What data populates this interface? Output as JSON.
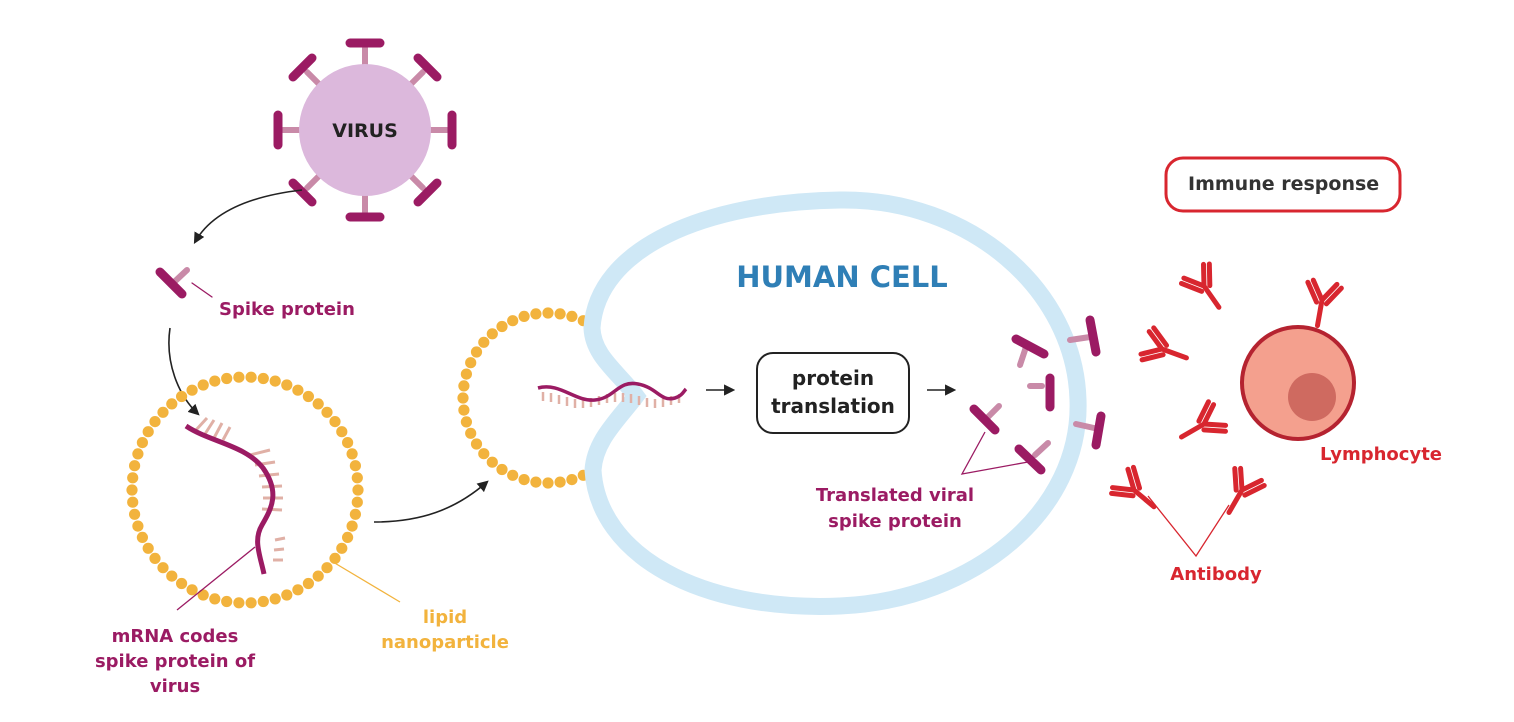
{
  "labels": {
    "virus": "VIRUS",
    "spike_protein": "Spike protein",
    "mrna_line1": "mRNA codes",
    "mrna_line2": "spike protein of",
    "mrna_line3": "virus",
    "lipid_line1": "lipid",
    "lipid_line2": "nanoparticle",
    "human_cell": "HUMAN CELL",
    "translation_line1": "protein",
    "translation_line2": "translation",
    "translated_line1": "Translated viral",
    "translated_line2": "spike protein",
    "immune_response": "Immune response",
    "lymphocyte": "Lymphocyte",
    "antibody": "Antibody"
  },
  "colors": {
    "spike": "#9b1b63",
    "spike_light": "#c98aa8",
    "virus_fill": "#dcb8dc",
    "lipid": "#f2b33d",
    "cell_membrane": "#cfe8f6",
    "human_cell_text": "#2f7fb6",
    "immune": "#d8262f",
    "lymphocyte_fill": "#f4a08e",
    "nucleus_fill": "#cf6a60",
    "rna_rungs": "#e0b0a6",
    "arrow": "#222222"
  }
}
